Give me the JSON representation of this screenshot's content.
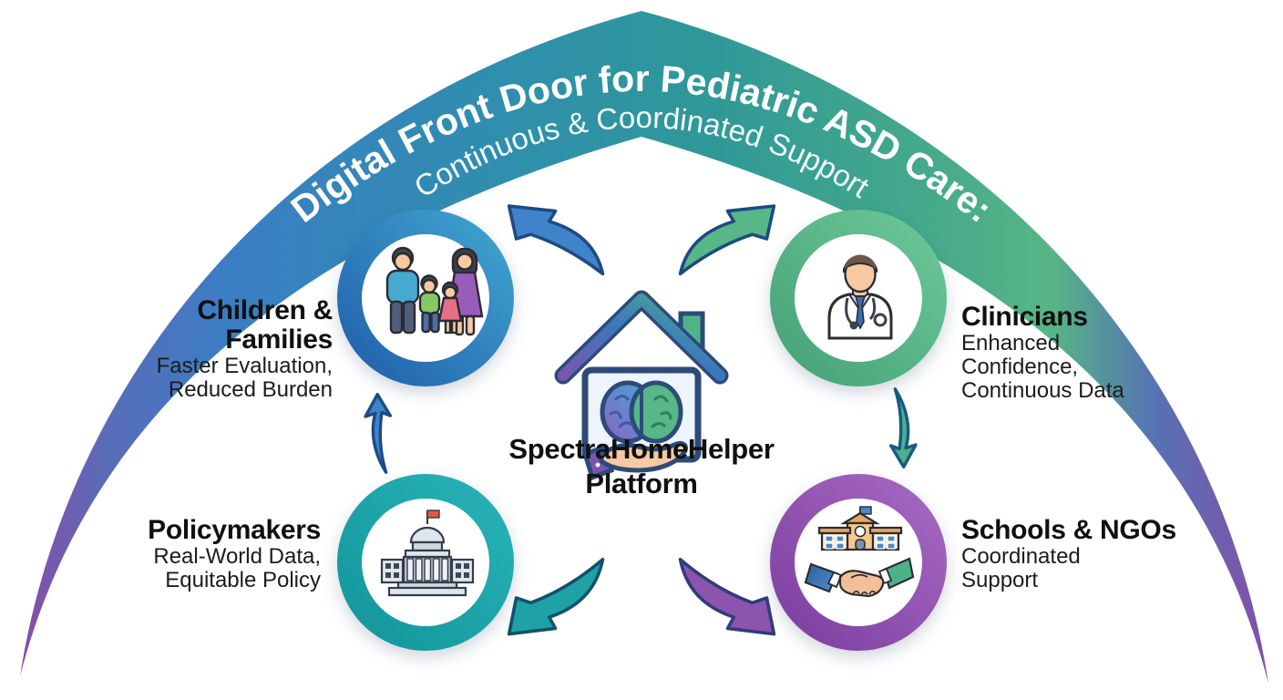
{
  "title": {
    "line1": "Digital Front Door for Pediatric ASD Care:",
    "line2": "Continuous & Coordinated Support"
  },
  "center": {
    "name_line1": "SpectraHomeHelper",
    "name_line2": "Platform",
    "icon": "house-with-brain-in-open-hand-icon"
  },
  "stakeholders": {
    "children_families": {
      "heading_line1": "Children &",
      "heading_line2": "Families",
      "desc": [
        "Faster Evaluation,",
        "Reduced Burden"
      ],
      "icon": "family-icon",
      "ring_color": "#2e79bd"
    },
    "clinicians": {
      "heading": "Clinicians",
      "desc": [
        "Enhanced",
        "Confidence,",
        "Continuous Data"
      ],
      "icon": "doctor-icon",
      "ring_color": "#55b487"
    },
    "policymakers": {
      "heading": "Policymakers",
      "desc": [
        "Real-World Data,",
        "Equitable Policy"
      ],
      "icon": "capitol-building-icon",
      "ring_color": "#1aa2a7"
    },
    "schools_ngos": {
      "heading": "Schools & NGOs",
      "desc": [
        "Coordinated",
        "Support"
      ],
      "icon": "school-and-handshake-icon",
      "ring_color": "#9257ae"
    }
  },
  "arrows": {
    "platform_to_children_families": {
      "direction": "up-left",
      "color": "#3f84c8"
    },
    "platform_to_clinicians": {
      "direction": "up-right",
      "color": "#57b787"
    },
    "platform_to_policymakers": {
      "direction": "down-left",
      "color": "#1ea2a6"
    },
    "platform_to_schools_ngos": {
      "direction": "down-right",
      "color": "#8d54ad"
    },
    "policymakers_to_children_families": {
      "direction": "up",
      "color": "#3f84c8"
    },
    "clinicians_to_schools_ngos": {
      "direction": "down",
      "color": "#4fae8e"
    }
  },
  "colors": {
    "arc_left_tail": "#8a4ba6",
    "arc_blue": "#3a7ec4",
    "arc_teal": "#2f9398",
    "arc_green": "#57b586",
    "arc_right_tail": "#8a4ba6",
    "heading_text": "#101010",
    "background": "#ffffff"
  }
}
